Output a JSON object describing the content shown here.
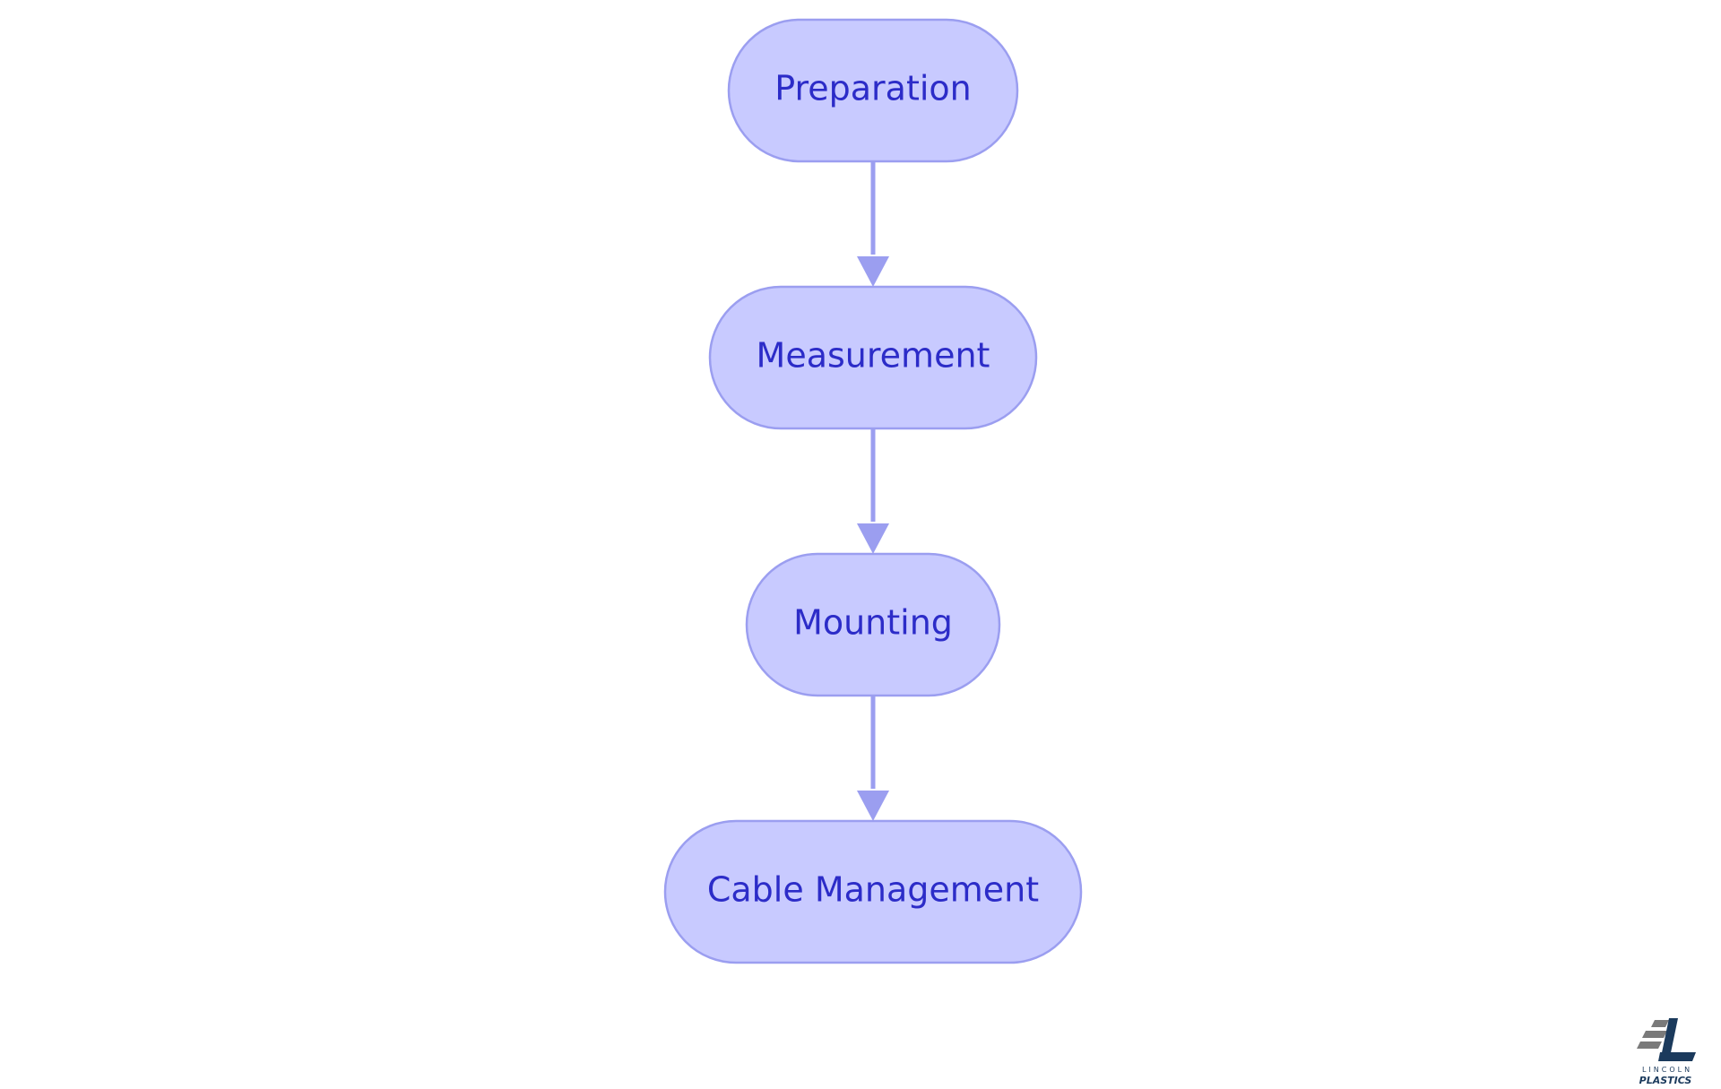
{
  "diagram": {
    "type": "flowchart",
    "direction": "top-to-bottom",
    "colors": {
      "node_fill": "#c8caff",
      "node_stroke": "#9b9ef0",
      "text": "#2c2cc8",
      "edge": "#9b9ef0"
    },
    "nodes": [
      {
        "id": "preparation",
        "label": "Preparation"
      },
      {
        "id": "measurement",
        "label": "Measurement"
      },
      {
        "id": "mounting",
        "label": "Mounting"
      },
      {
        "id": "cable-management",
        "label": "Cable Management"
      }
    ],
    "edges": [
      {
        "from": "preparation",
        "to": "measurement"
      },
      {
        "from": "measurement",
        "to": "mounting"
      },
      {
        "from": "mounting",
        "to": "cable-management"
      }
    ]
  },
  "logo": {
    "name": "lincoln-plastics-logo",
    "line1": "LINCOLN",
    "line2": "PLASTICS",
    "colors": {
      "primary": "#1b3a5c",
      "secondary": "#7a7a7a"
    }
  }
}
